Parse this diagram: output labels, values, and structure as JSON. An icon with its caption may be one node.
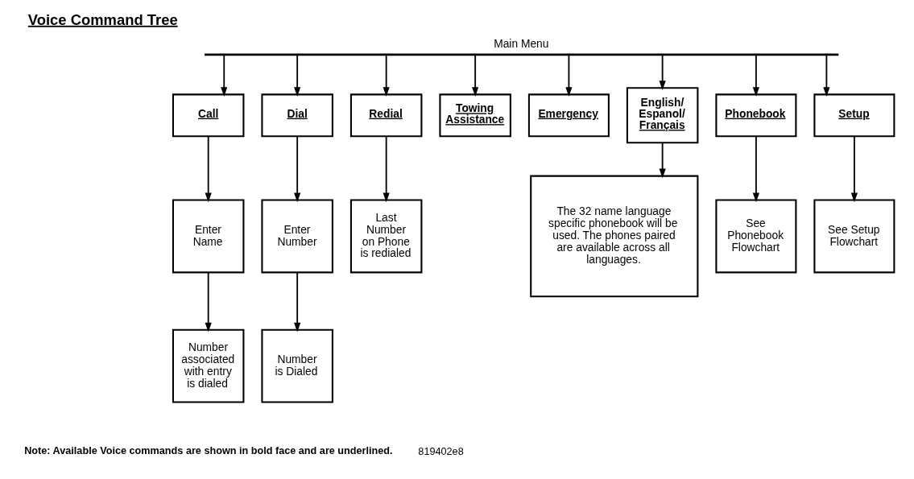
{
  "diagram": {
    "title": "Voice Command Tree",
    "nodes": [
      {
        "text": [
          "Main Menu"
        ]
      },
      {
        "text": [
          "Call"
        ]
      },
      {
        "text": [
          "Dial"
        ]
      },
      {
        "text": [
          "Redial"
        ]
      },
      {
        "text": [
          "Towing Assistance"
        ]
      },
      {
        "text": [
          "Emergency"
        ]
      },
      {
        "text": [
          "English/ Espanol/ Français"
        ]
      },
      {
        "text": [
          "Phonebook"
        ]
      },
      {
        "text": [
          "Setup"
        ]
      },
      {
        "text": [
          "Enter Name"
        ]
      },
      {
        "text": [
          "Enter Number"
        ]
      },
      {
        "text": [
          "Last Number on Phone is redialed"
        ]
      },
      {
        "text": [
          "The 32 name language specific phonebook will be used. The phones paired are available across all languages."
        ]
      },
      {
        "text": [
          "See Phonebook Flowchart"
        ]
      },
      {
        "text": [
          "See Setup Flowchart"
        ]
      },
      {
        "text": [
          "Number associated with entry is dialed"
        ]
      },
      {
        "text": [
          "Number is Dialed"
        ]
      }
    ],
    "edges": [
      {
        "from": 0,
        "to": 1,
        "arrow": "to"
      },
      {
        "from": 0,
        "to": 2,
        "arrow": "to"
      },
      {
        "from": 0,
        "to": 3,
        "arrow": "to"
      },
      {
        "from": 0,
        "to": 4,
        "arrow": "to"
      },
      {
        "from": 0,
        "to": 5,
        "arrow": "to"
      },
      {
        "from": 0,
        "to": 6,
        "arrow": "to"
      },
      {
        "from": 0,
        "to": 7,
        "arrow": "to"
      },
      {
        "from": 0,
        "to": 8,
        "arrow": "to"
      },
      {
        "from": 1,
        "to": 9,
        "arrow": "to"
      },
      {
        "from": 2,
        "to": 10,
        "arrow": "to"
      },
      {
        "from": 3,
        "to": 11,
        "arrow": "to"
      },
      {
        "from": 6,
        "to": 12,
        "arrow": "to"
      },
      {
        "from": 7,
        "to": 13,
        "arrow": "to"
      },
      {
        "from": 8,
        "to": 14,
        "arrow": "to"
      },
      {
        "from": 9,
        "to": 15,
        "arrow": "to"
      },
      {
        "from": 10,
        "to": 16,
        "arrow": "to"
      }
    ],
    "labels": [
      "Note: Available Voice commands are shown in bold face and are underlined.",
      "819402e8"
    ]
  }
}
